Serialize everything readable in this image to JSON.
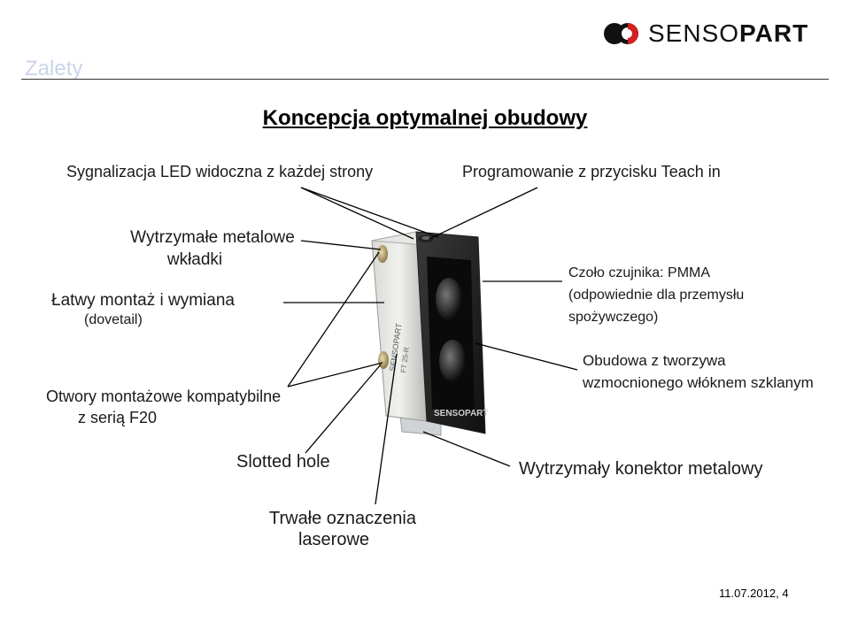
{
  "header": {
    "section": "Zalety",
    "logo": {
      "light": "SENSO",
      "bold": "PART"
    }
  },
  "title": "Koncepcja optymalnej obudowy",
  "labels": {
    "led": "Sygnalizacja LED widoczna z każdej strony",
    "teach": "Programowanie z przycisku Teach in",
    "inserts_1": "Wytrzymałe metalowe",
    "inserts_2": "wkładki",
    "mount_1": "Łatwy montaż i wymiana",
    "mount_2": "(dovetail)",
    "holes_1": "Otwory montażowe kompatybilne",
    "holes_2": "z serią F20",
    "slotted": "Slotted hole",
    "laser_1": "Trwałe oznaczenia",
    "laser_2": "laserowe",
    "front_1": "Czoło czujnika: PMMA",
    "front_2": "(odpowiednie dla przemysłu",
    "front_3": "spożywczego)",
    "housing_1": "Obudowa z tworzywa",
    "housing_2": "wzmocnionego włóknem szklanym",
    "connector": "Wytrzymały konektor metalowy"
  },
  "sensor_print": {
    "brand": "SENSOPART",
    "model": "FT 25-R"
  },
  "footer": {
    "date_page": "11.07.2012,   4"
  },
  "colors": {
    "section": "#c9d5ea",
    "rule": "#333333"
  }
}
